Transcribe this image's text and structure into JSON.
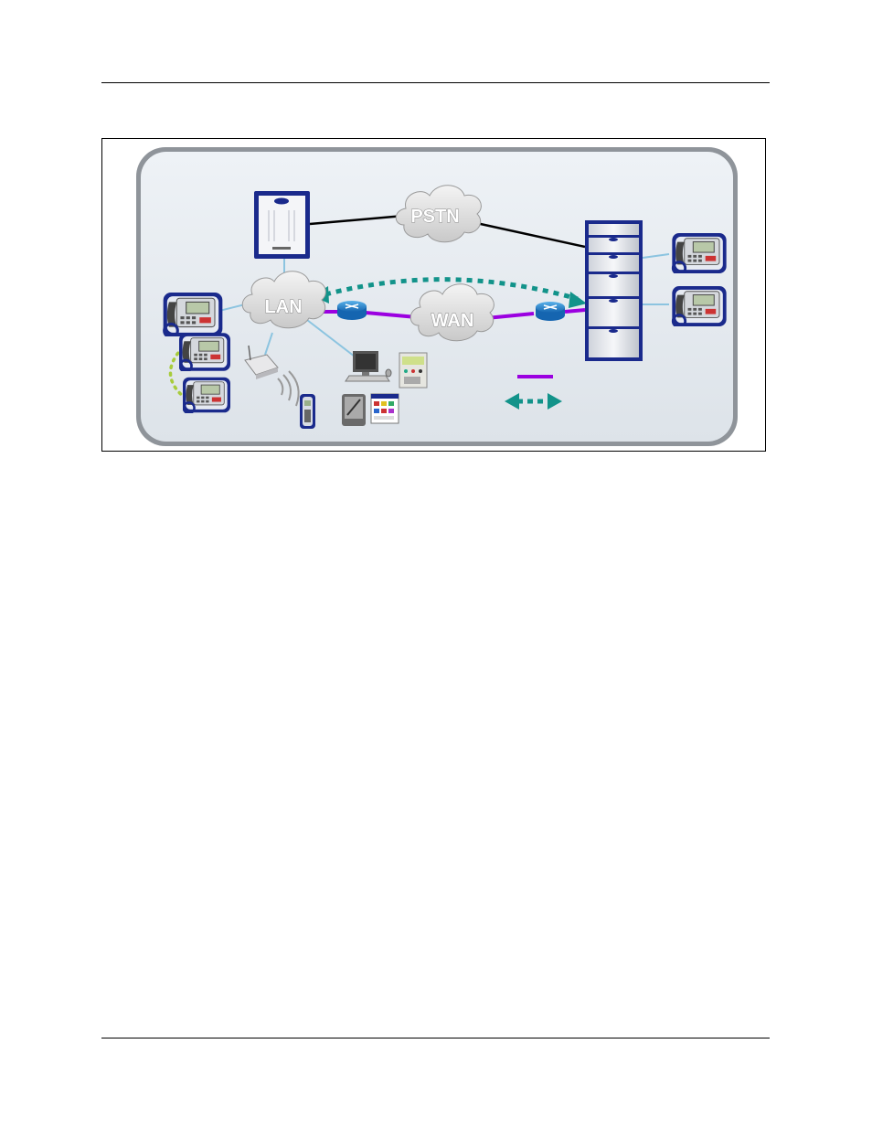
{
  "diagram": {
    "clouds": {
      "pstn": "PSTN",
      "lan": "LAN",
      "wan": "WAN"
    },
    "legend": {
      "line_color": "#9b00e0",
      "arrow_color": "#12938a"
    },
    "colors": {
      "panel_bg": "#e4e9ee",
      "panel_border": "#8f949a",
      "equipment_blue": "#1a2a8c",
      "lan_link": "#8cc4e0",
      "wan_link": "#9b00e0",
      "pstn_link": "#000000",
      "dect_link": "#a8cc3c",
      "router": "#1f7fc8"
    }
  }
}
